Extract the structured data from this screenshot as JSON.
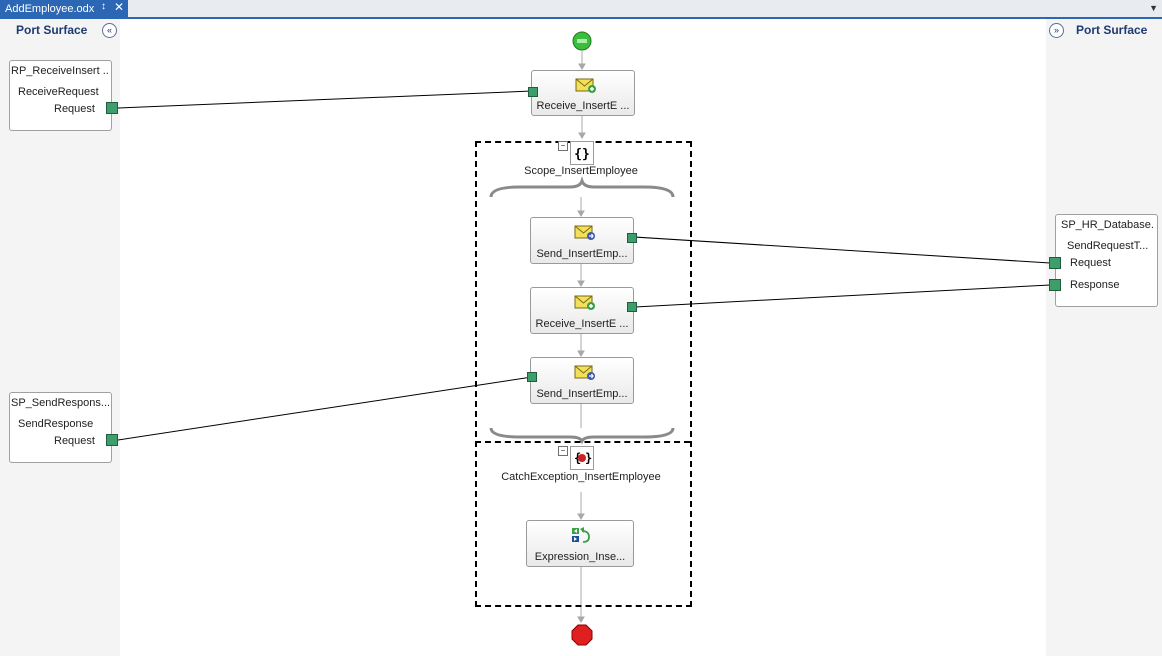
{
  "tab": {
    "title": "AddEmployee.odx",
    "pin": "↕",
    "close": "✕",
    "dropdown": "▼"
  },
  "left_panel": {
    "title": "Port Surface",
    "collapse": "«",
    "ports": [
      {
        "name": "RP_ReceiveInsert ...",
        "operation": "ReceiveRequest",
        "message": "Request"
      },
      {
        "name": "SP_SendRespons...",
        "operation": "SendResponse",
        "message": "Request"
      }
    ]
  },
  "right_panel": {
    "title": "Port Surface",
    "expand": "»",
    "ports": [
      {
        "name": "SP_HR_Database...",
        "operation": "SendRequestT...",
        "messages": [
          "Request",
          "Response"
        ]
      }
    ]
  },
  "orchestration": {
    "receive_top": {
      "label": "Receive_InsertE ...",
      "icon": "receive-message-icon"
    },
    "scope": {
      "label": "Scope_InsertEmployee",
      "icon": "scope-braces-icon",
      "collapse": "−",
      "shapes": [
        {
          "label": "Send_InsertEmp...",
          "icon": "send-message-icon"
        },
        {
          "label": "Receive_InsertE ...",
          "icon": "receive-message-icon"
        },
        {
          "label": "Send_InsertEmp...",
          "icon": "send-message-icon"
        }
      ]
    },
    "catch": {
      "label": "CatchException_InsertEmployee",
      "icon": "catch-exception-icon",
      "collapse": "−",
      "shape": {
        "label": "Expression_Inse...",
        "icon": "expression-icon"
      }
    },
    "start_icon": "start-circle-icon",
    "end_icon": "stop-octagon-icon"
  },
  "colors": {
    "tab_active": "#2b67b4",
    "port_terminal": "#3d9e6b",
    "panel_bg": "#f4f4f4",
    "panel_title": "#1c3a73"
  }
}
